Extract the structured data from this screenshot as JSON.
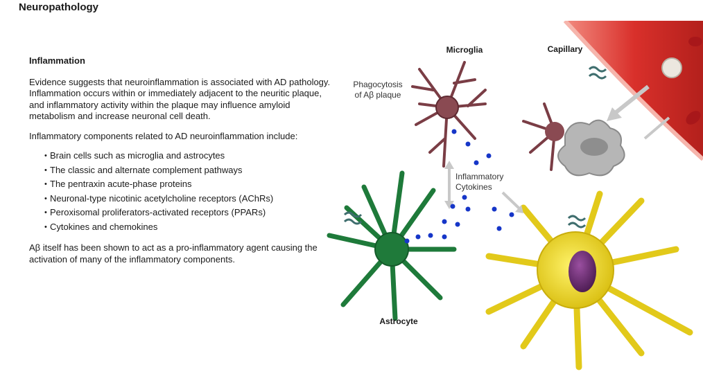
{
  "page": {
    "title": "Neuropathology"
  },
  "section": {
    "heading": "Inflammation",
    "paragraph1": "Evidence suggests that neuroinflammation is associated with AD pathology. Inflammation occurs within or immediately adjacent to the neuritic plaque, and inflammatory activity within the plaque may influence amyloid metabolism and increase neuronal cell death.",
    "paragraph2": "Inflammatory components related to AD neuroinflammation include:",
    "bullets": [
      "Brain cells such as microglia and astrocytes",
      "The classic and alternate complement pathways",
      "The pentraxin acute-phase proteins",
      "Neuronal-type nicotinic acetylcholine receptors (AChRs)",
      "Peroxisomal proliferators-activated receptors (PPARs)",
      "Cytokines and chemokines"
    ],
    "paragraph3": "Aβ itself has been shown to act as a pro-inflammatory agent causing the activation of many of the inflammatory components."
  },
  "diagram": {
    "labels": {
      "microglia": "Microglia",
      "capillary": "Capillary",
      "phagocytosis_line1": "Phagocytosis",
      "phagocytosis_line2": "of Aβ plaque",
      "cytokines_line1": "Inflammatory",
      "cytokines_line2": "Cytokines",
      "astrocyte": "Astrocyte"
    },
    "colors": {
      "microglia": "#7a3d45",
      "astrocyte": "#1e7a3a",
      "neuron": "#e8d21a",
      "nucleus": "#6a2a6e",
      "capillary": "#d9302b",
      "cytokine_dot": "#1636c8",
      "arrow": "#c8c8c8",
      "activated_microglia": "#b0b0b0"
    }
  }
}
